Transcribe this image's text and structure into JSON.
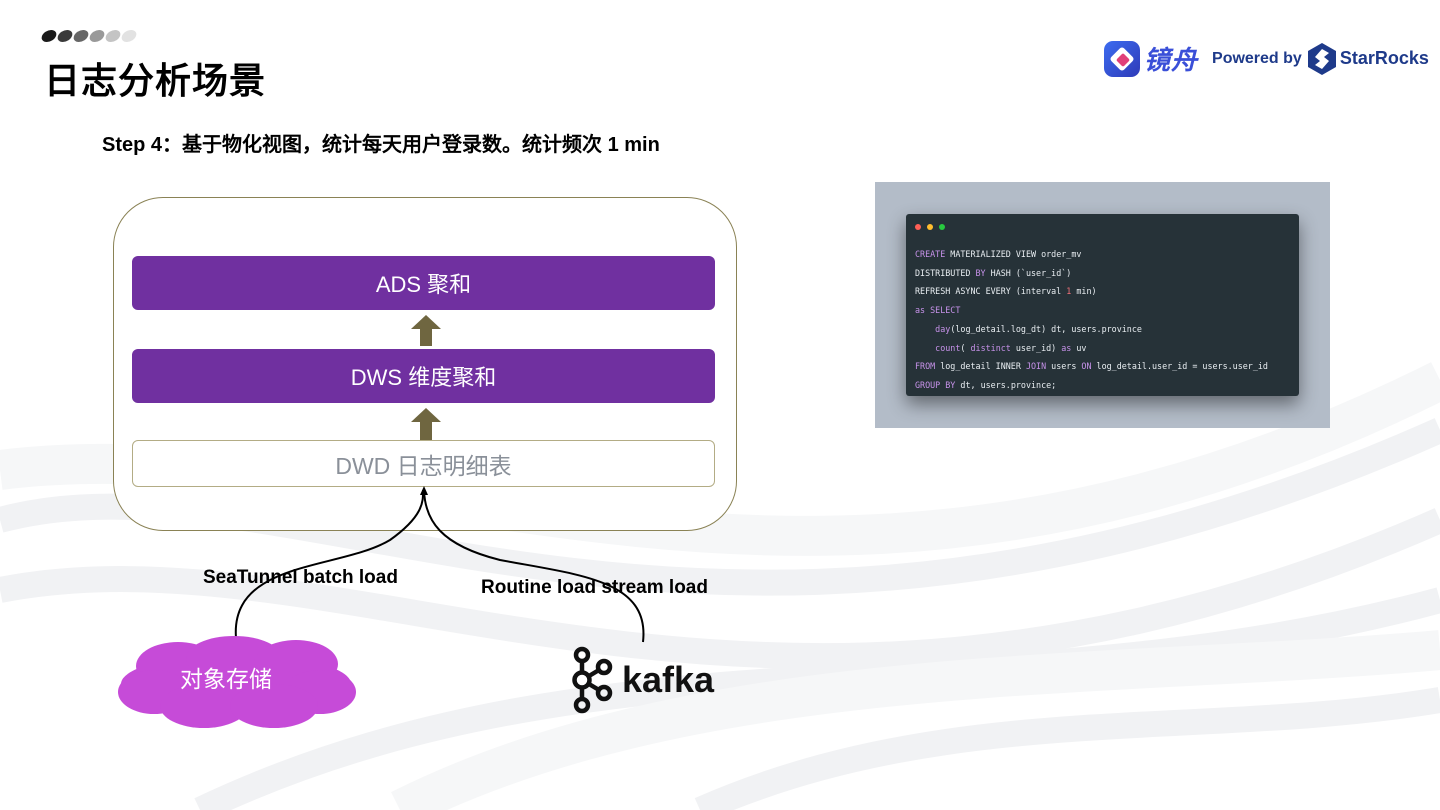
{
  "header": {
    "title": "日志分析场景",
    "step": "Step 4：基于物化视图，统计每天用户登录数。统计频次 1 min"
  },
  "brand": {
    "product": "镜舟",
    "powered_by": "Powered by",
    "partner": "StarRocks"
  },
  "diagram": {
    "layers": {
      "ads": "ADS 聚和",
      "dws": "DWS 维度聚和",
      "dwd": "DWD 日志明细表"
    },
    "sources": {
      "object_storage": "对象存储",
      "kafka": "kafka"
    },
    "edges": {
      "batch": "SeaTunnel batch load",
      "stream": "Routine load stream load"
    }
  },
  "code": {
    "lines": [
      "CREATE MATERIALIZED VIEW order_mv",
      "DISTRIBUTED BY HASH (`user_id`)",
      "REFRESH ASYNC EVERY (interval 1 min)",
      "as SELECT",
      "    day(log_detail.log_dt) dt, users.province",
      "    count( distinct user_id) as uv",
      "FROM log_detail INNER JOIN users ON log_detail.user_id = users.user_id",
      "GROUP BY dt, users.province;"
    ]
  },
  "colors": {
    "layer_fill": "#7030a0",
    "arrow": "#6f6640",
    "cloud": "#c64bd8",
    "code_bg": "#263238",
    "panel_bg": "#b3bcc8"
  }
}
